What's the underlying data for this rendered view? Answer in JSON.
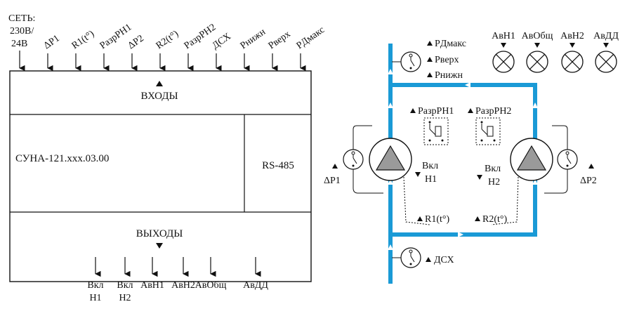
{
  "left_block": {
    "power_label": [
      "СЕТЬ:",
      "230В/",
      "24В"
    ],
    "inputs": [
      {
        "line1": "ΔP1",
        "line2": ""
      },
      {
        "line1": "R1(t°)",
        "line2": ""
      },
      {
        "line1": "РазрРН1",
        "line2": ""
      },
      {
        "line1": "ΔP2",
        "line2": ""
      },
      {
        "line1": "R2(t°)",
        "line2": ""
      },
      {
        "line1": "РазрРН2",
        "line2": ""
      },
      {
        "line1": "ДСХ",
        "line2": ""
      },
      {
        "line1": "Pнижн",
        "line2": ""
      },
      {
        "line1": "Pверх",
        "line2": ""
      },
      {
        "line1": "PДмакс",
        "line2": ""
      }
    ],
    "inputs_title": "ВХОДЫ",
    "model": "СУНА-121.xxx.03.00",
    "interface": "RS-485",
    "outputs_title": "ВЫХОДЫ",
    "outputs": [
      {
        "line1": "Вкл",
        "line2": "Н1"
      },
      {
        "line1": "Вкл",
        "line2": "Н2"
      },
      {
        "line1": "АвН1",
        "line2": ""
      },
      {
        "line1": "АвН2",
        "line2": ""
      },
      {
        "line1": "АвОбщ",
        "line2": ""
      },
      {
        "line1": "АвДД",
        "line2": ""
      }
    ]
  },
  "right_scheme": {
    "pipe_color": "#1a9ad6",
    "lamps": [
      {
        "label": "АвН1"
      },
      {
        "label": "АвОбщ"
      },
      {
        "label": "АвН2"
      },
      {
        "label": "АвДД"
      }
    ],
    "top_sensor_labels": [
      "PДмакс",
      "Pверх",
      "Pнижн"
    ],
    "perm_labels": [
      "РазрРН1",
      "РазрРН2"
    ],
    "pump1_label": [
      "Вкл",
      "Н1"
    ],
    "pump2_label": [
      "Вкл",
      "Н2"
    ],
    "dp1": "ΔP1",
    "dp2": "ΔP2",
    "r1": "R1(t°)",
    "r2": "R2(t°)",
    "dsx": "ДСХ"
  }
}
